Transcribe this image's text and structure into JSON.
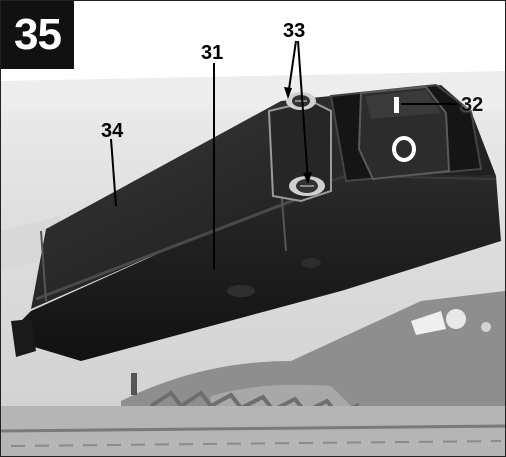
{
  "figure": {
    "number": "35"
  },
  "callouts": {
    "label_31": "31",
    "label_32": "32",
    "label_33": "33",
    "label_34": "34"
  },
  "photo": {
    "subject": "switch housing",
    "icons": [
      "rocker-switch-icon",
      "screw-icon",
      "blade-icon"
    ],
    "colors": {
      "housing": "#1c1c1c",
      "background": "#e6e6e6",
      "blade": "#9a9a9a"
    }
  }
}
